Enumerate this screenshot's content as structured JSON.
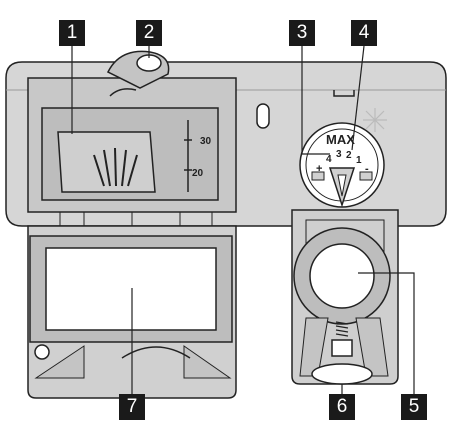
{
  "callouts": [
    {
      "label": "1"
    },
    {
      "label": "2"
    },
    {
      "label": "3"
    },
    {
      "label": "4"
    },
    {
      "label": "5"
    },
    {
      "label": "6"
    },
    {
      "label": "7"
    }
  ],
  "detergent_scale": {
    "upper": "30",
    "lower": "20"
  },
  "rinse_dial": {
    "max_label": "MAX",
    "settings": [
      "+",
      "4",
      "3",
      "2",
      "1",
      "-"
    ]
  },
  "colors": {
    "panel": "#d6d6d6",
    "panel_dark": "#bdbdbd",
    "outline": "#222222",
    "callout_bg": "#1a1a1a",
    "callout_text": "#ffffff"
  }
}
